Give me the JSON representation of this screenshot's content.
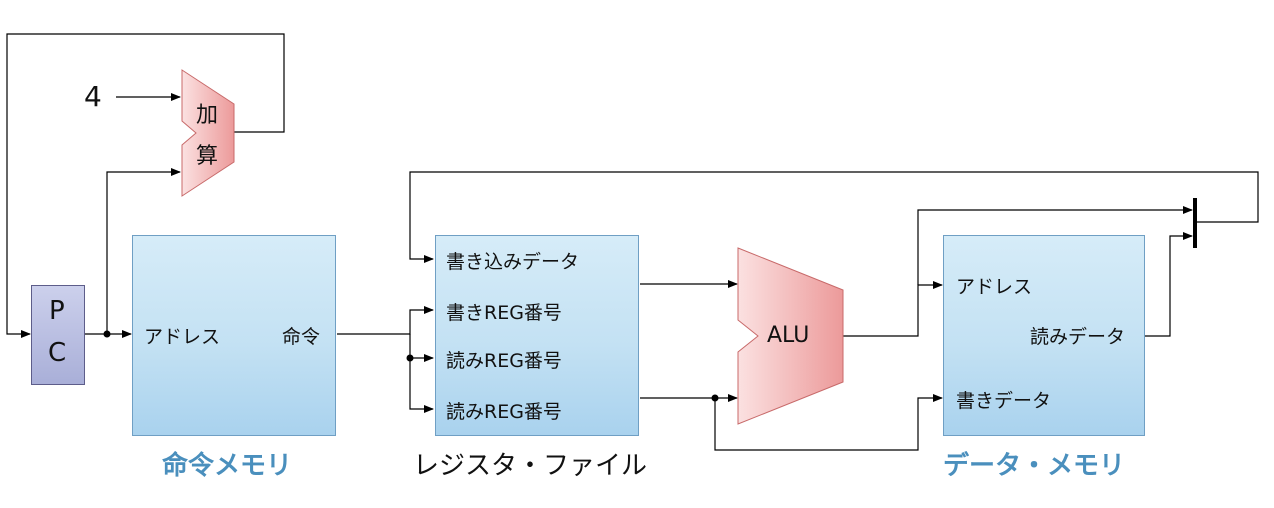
{
  "pc": {
    "line1": "P",
    "line2": "C"
  },
  "constant_four": "4",
  "adder": {
    "line1": "加",
    "line2": "算"
  },
  "instruction_memory": {
    "address_port": "アドレス",
    "instruction_port": "命令",
    "caption": "命令メモリ"
  },
  "register_file": {
    "write_data_port": "書き込みデータ",
    "write_reg_port": "書きREG番号",
    "read_reg1_port": "読みREG番号",
    "read_reg2_port": "読みREG番号",
    "caption": "レジスタ・ファイル"
  },
  "alu": {
    "label": "ALU"
  },
  "data_memory": {
    "address_port": "アドレス",
    "read_data_port": "読みデータ",
    "write_data_port": "書きデータ",
    "caption": "データ・メモリ"
  },
  "colors": {
    "memory_fill": "#c3e1f3",
    "pc_fill": "#b3b8de",
    "adder_alu_fill": "#f3b4b4",
    "caption_blue": "#4a8fbd"
  }
}
